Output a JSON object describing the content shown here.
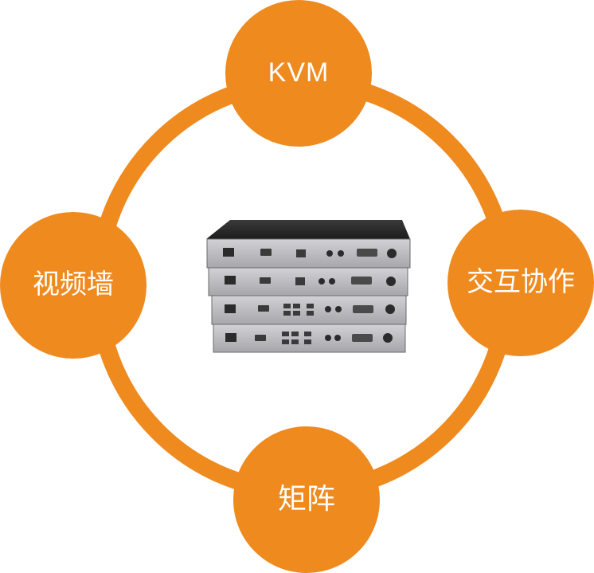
{
  "colors": {
    "accent": "#ef8a1f",
    "text_on_accent": "#ffffff",
    "background": "#ffffff",
    "device_body": "#b9b9bd",
    "device_top": "#2a2a2a"
  },
  "nodes": {
    "top": "KVM",
    "left": "视频墙",
    "right": "交互协作",
    "bottom": "矩阵"
  },
  "center_image": {
    "icon": "stacked-kvm-extender-devices",
    "units": 4
  }
}
